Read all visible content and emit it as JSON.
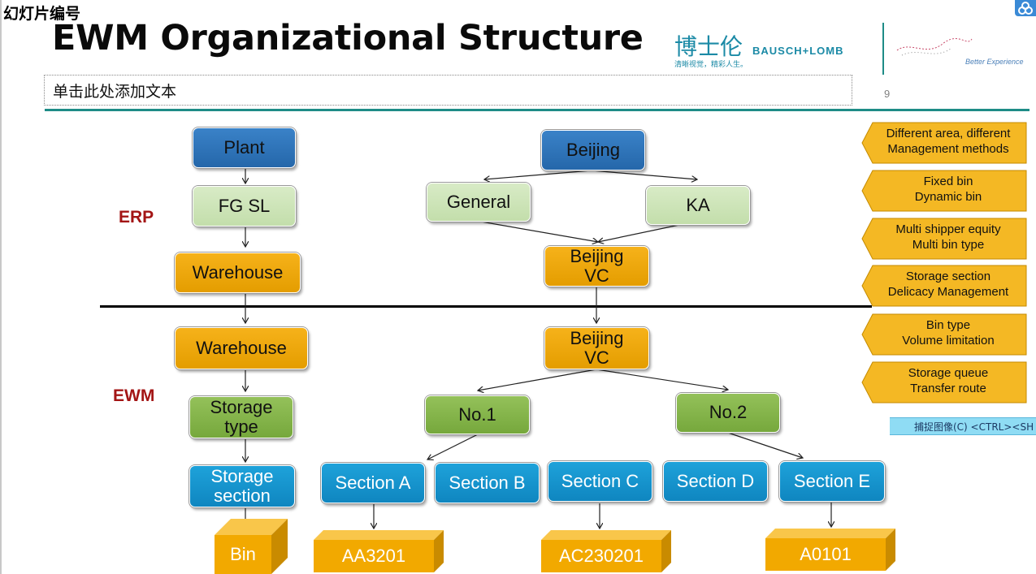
{
  "header": {
    "slide_label": "幻灯片编号",
    "title": "EWM Organizational Structure",
    "subtitle_placeholder": "单击此处添加文本",
    "page_number": "9"
  },
  "logos": {
    "cn_name": "博士伦",
    "brand": "BAUSCH+LOMB",
    "tagline": "清晰视觉，精彩人生。",
    "secondary_tagline": "Better Experience"
  },
  "zones": {
    "erp": "ERP",
    "ewm": "EWM"
  },
  "left_column": {
    "plant": "Plant",
    "fg_sl": "FG SL",
    "erp_warehouse": "Warehouse",
    "ewm_warehouse": "Warehouse",
    "storage_type": "Storage\ntype",
    "storage_section": "Storage\nsection",
    "bin": "Bin"
  },
  "right_tree": {
    "beijing": "Beijing",
    "general": "General",
    "ka": "KA",
    "beijing_vc_erp": "Beijing\nVC",
    "beijing_vc_ewm": "Beijing\nVC",
    "no1": "No.1",
    "no2": "No.2",
    "sections": [
      "Section A",
      "Section B",
      "Section C",
      "Section D",
      "Section E"
    ],
    "bins": [
      "AA3201",
      "AC230201",
      "A0101"
    ]
  },
  "features": [
    "Different area, different\nManagement methods",
    "Fixed bin\nDynamic bin",
    "Multi shipper equity\nMulti bin type",
    "Storage section\nDelicacy Management",
    "Bin type\nVolume limitation",
    "Storage queue\nTransfer route"
  ],
  "capture_bar": {
    "text": "捕捉图像(C)    <CTRL><SH"
  },
  "colors": {
    "title_rule": "#1e8c87",
    "zone_label": "#a31515",
    "blue_box": "#2e75bb",
    "light_green_box": "#cde4b8",
    "orange_box": "#f0a800",
    "green_box": "#86b54b",
    "cyan_box": "#1596d0",
    "feature_tag": "#f4b824"
  }
}
